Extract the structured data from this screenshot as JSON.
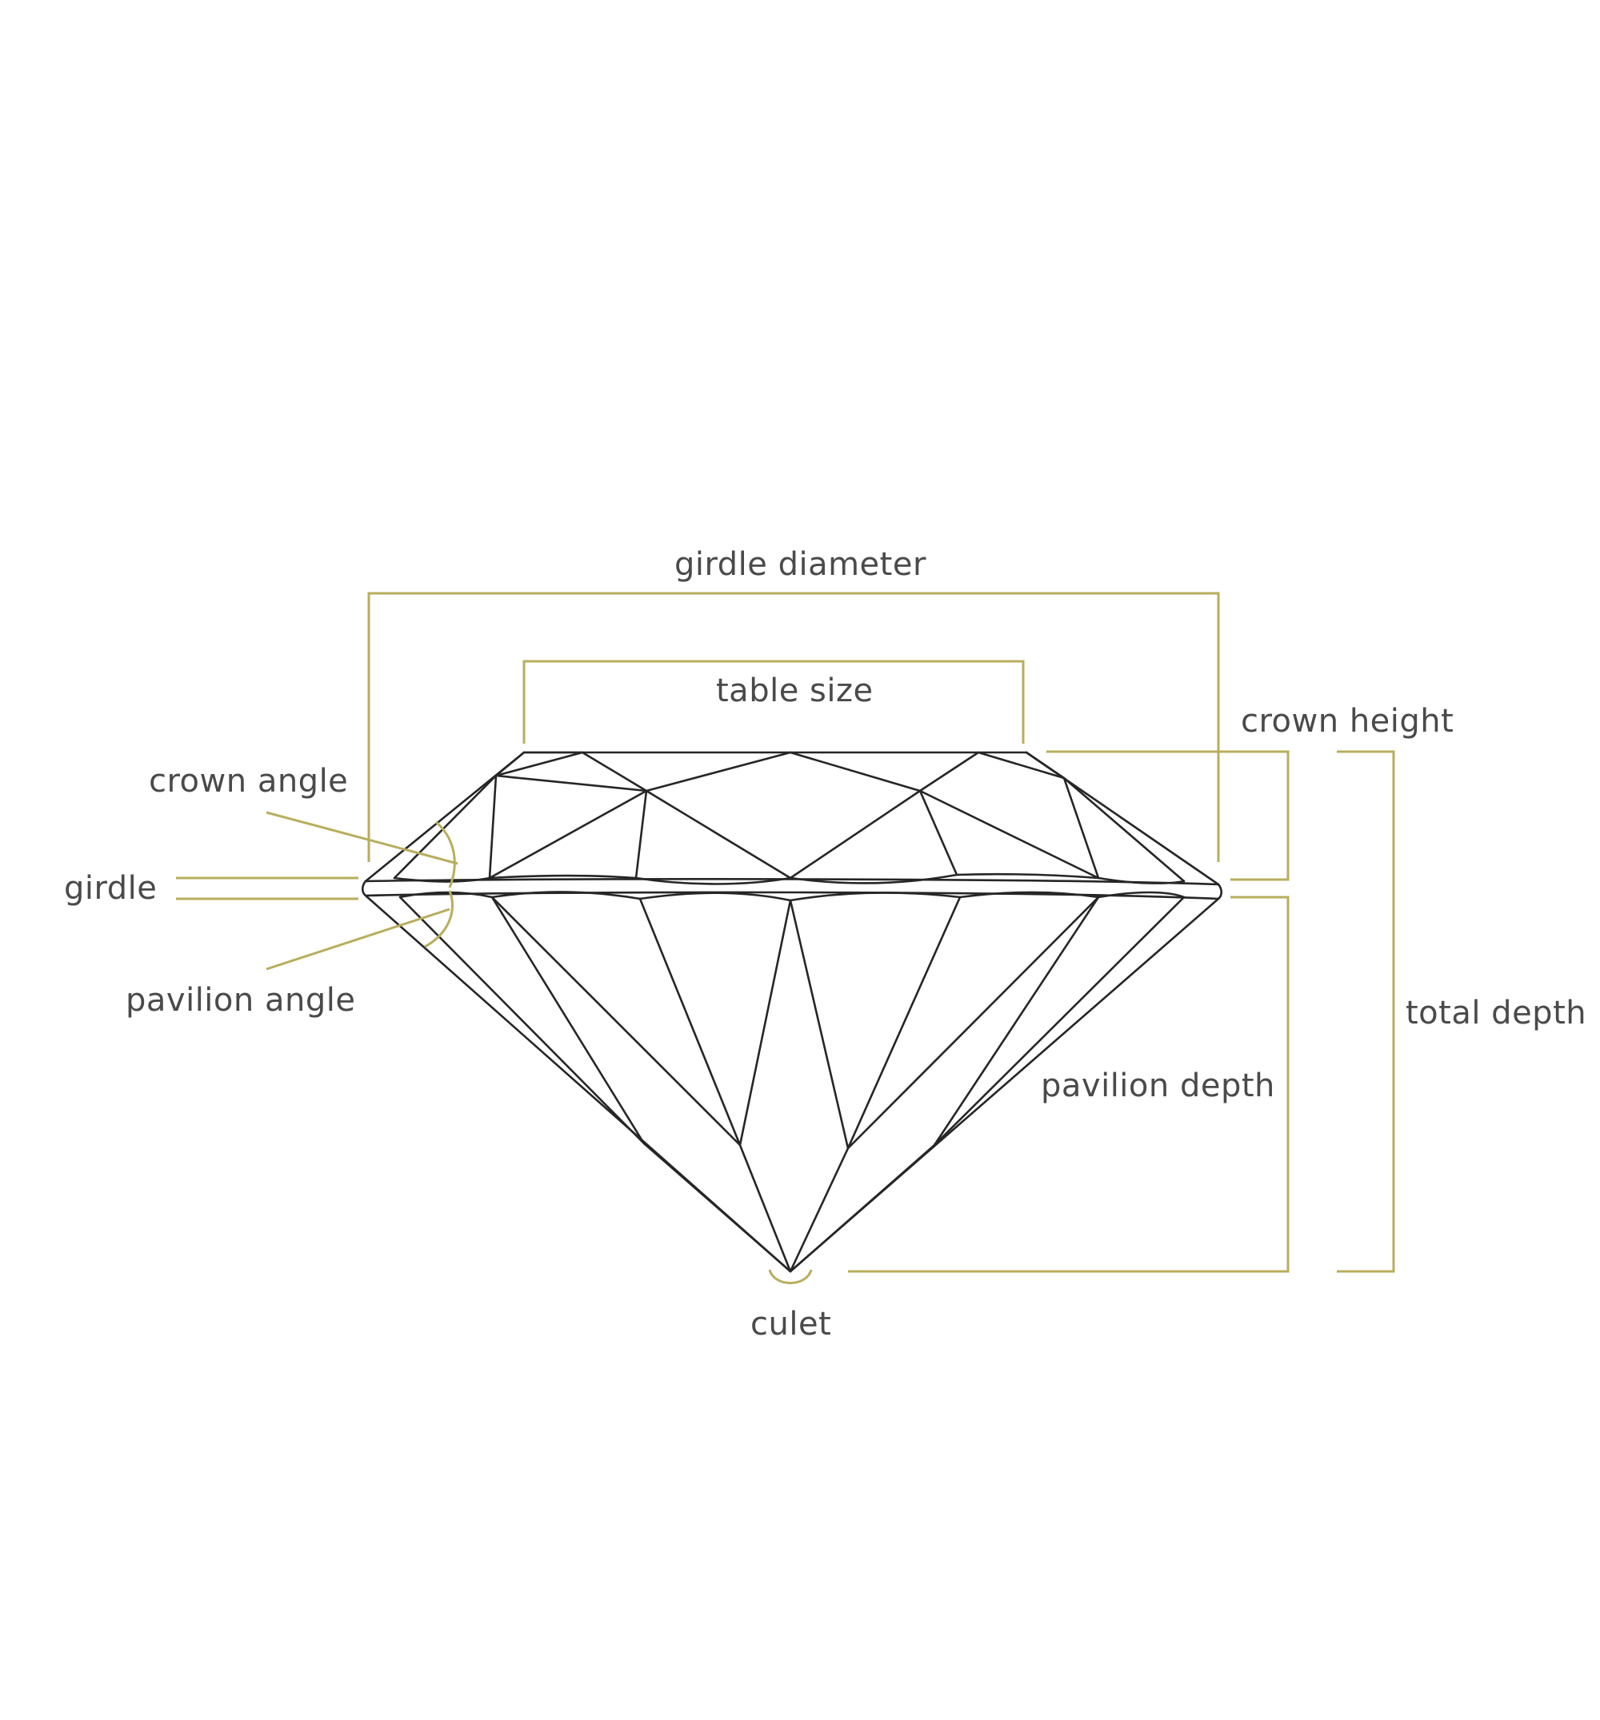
{
  "colors": {
    "accent": "#b8ad5c",
    "outline": "#262626",
    "text": "#4a4a4a",
    "background": "#ffffff"
  },
  "labels": {
    "girdle_diameter": "girdle diameter",
    "table_size": "table size",
    "crown_height": "crown height",
    "crown_angle": "crown angle",
    "girdle": "girdle",
    "pavilion_angle": "pavilion angle",
    "total_depth": "total depth",
    "pavilion_depth": "pavilion depth",
    "culet": "culet"
  }
}
